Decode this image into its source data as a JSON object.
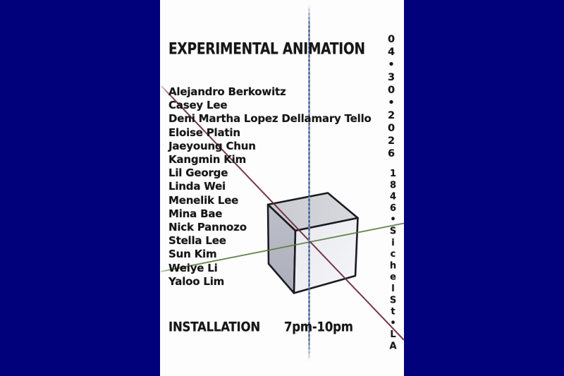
{
  "poster": {
    "title": "EXPERIMENTAL ANIMATION",
    "artists": [
      "Alejandro Berkowitz",
      "Casey Lee",
      "Deni Martha Lopez Dellamary Tello",
      "Eloise Platin",
      "Jaeyoung Chun",
      "Kangmin Kim",
      "Lil George",
      "Linda Wei",
      "Menelik Lee",
      "Mina Bae",
      "Nick Pannozo",
      "Stella Lee",
      "Sun Kim",
      "Weiye Li",
      "Yaloo Lim"
    ],
    "event_type": "INSTALLATION",
    "time": "7pm-10pm",
    "date_vertical": "04•30•2026",
    "address_vertical": "1846•SichelSt•LA",
    "graphic": {
      "description": "wireframe-shaded cube with three axis lines crossing at its center",
      "axis_colors": {
        "vertical": "#33497c",
        "diagonal": "#6d2e3c",
        "horizontal": "#54793c"
      }
    },
    "colors": {
      "background": "#01017c",
      "panel": "#fdfdfd",
      "text": "#161616",
      "cube_top": "#d2d3d8",
      "cube_left": "#b7b9c4",
      "cube_front": "#eff0f4",
      "cube_edge": "#1b1b20"
    }
  }
}
